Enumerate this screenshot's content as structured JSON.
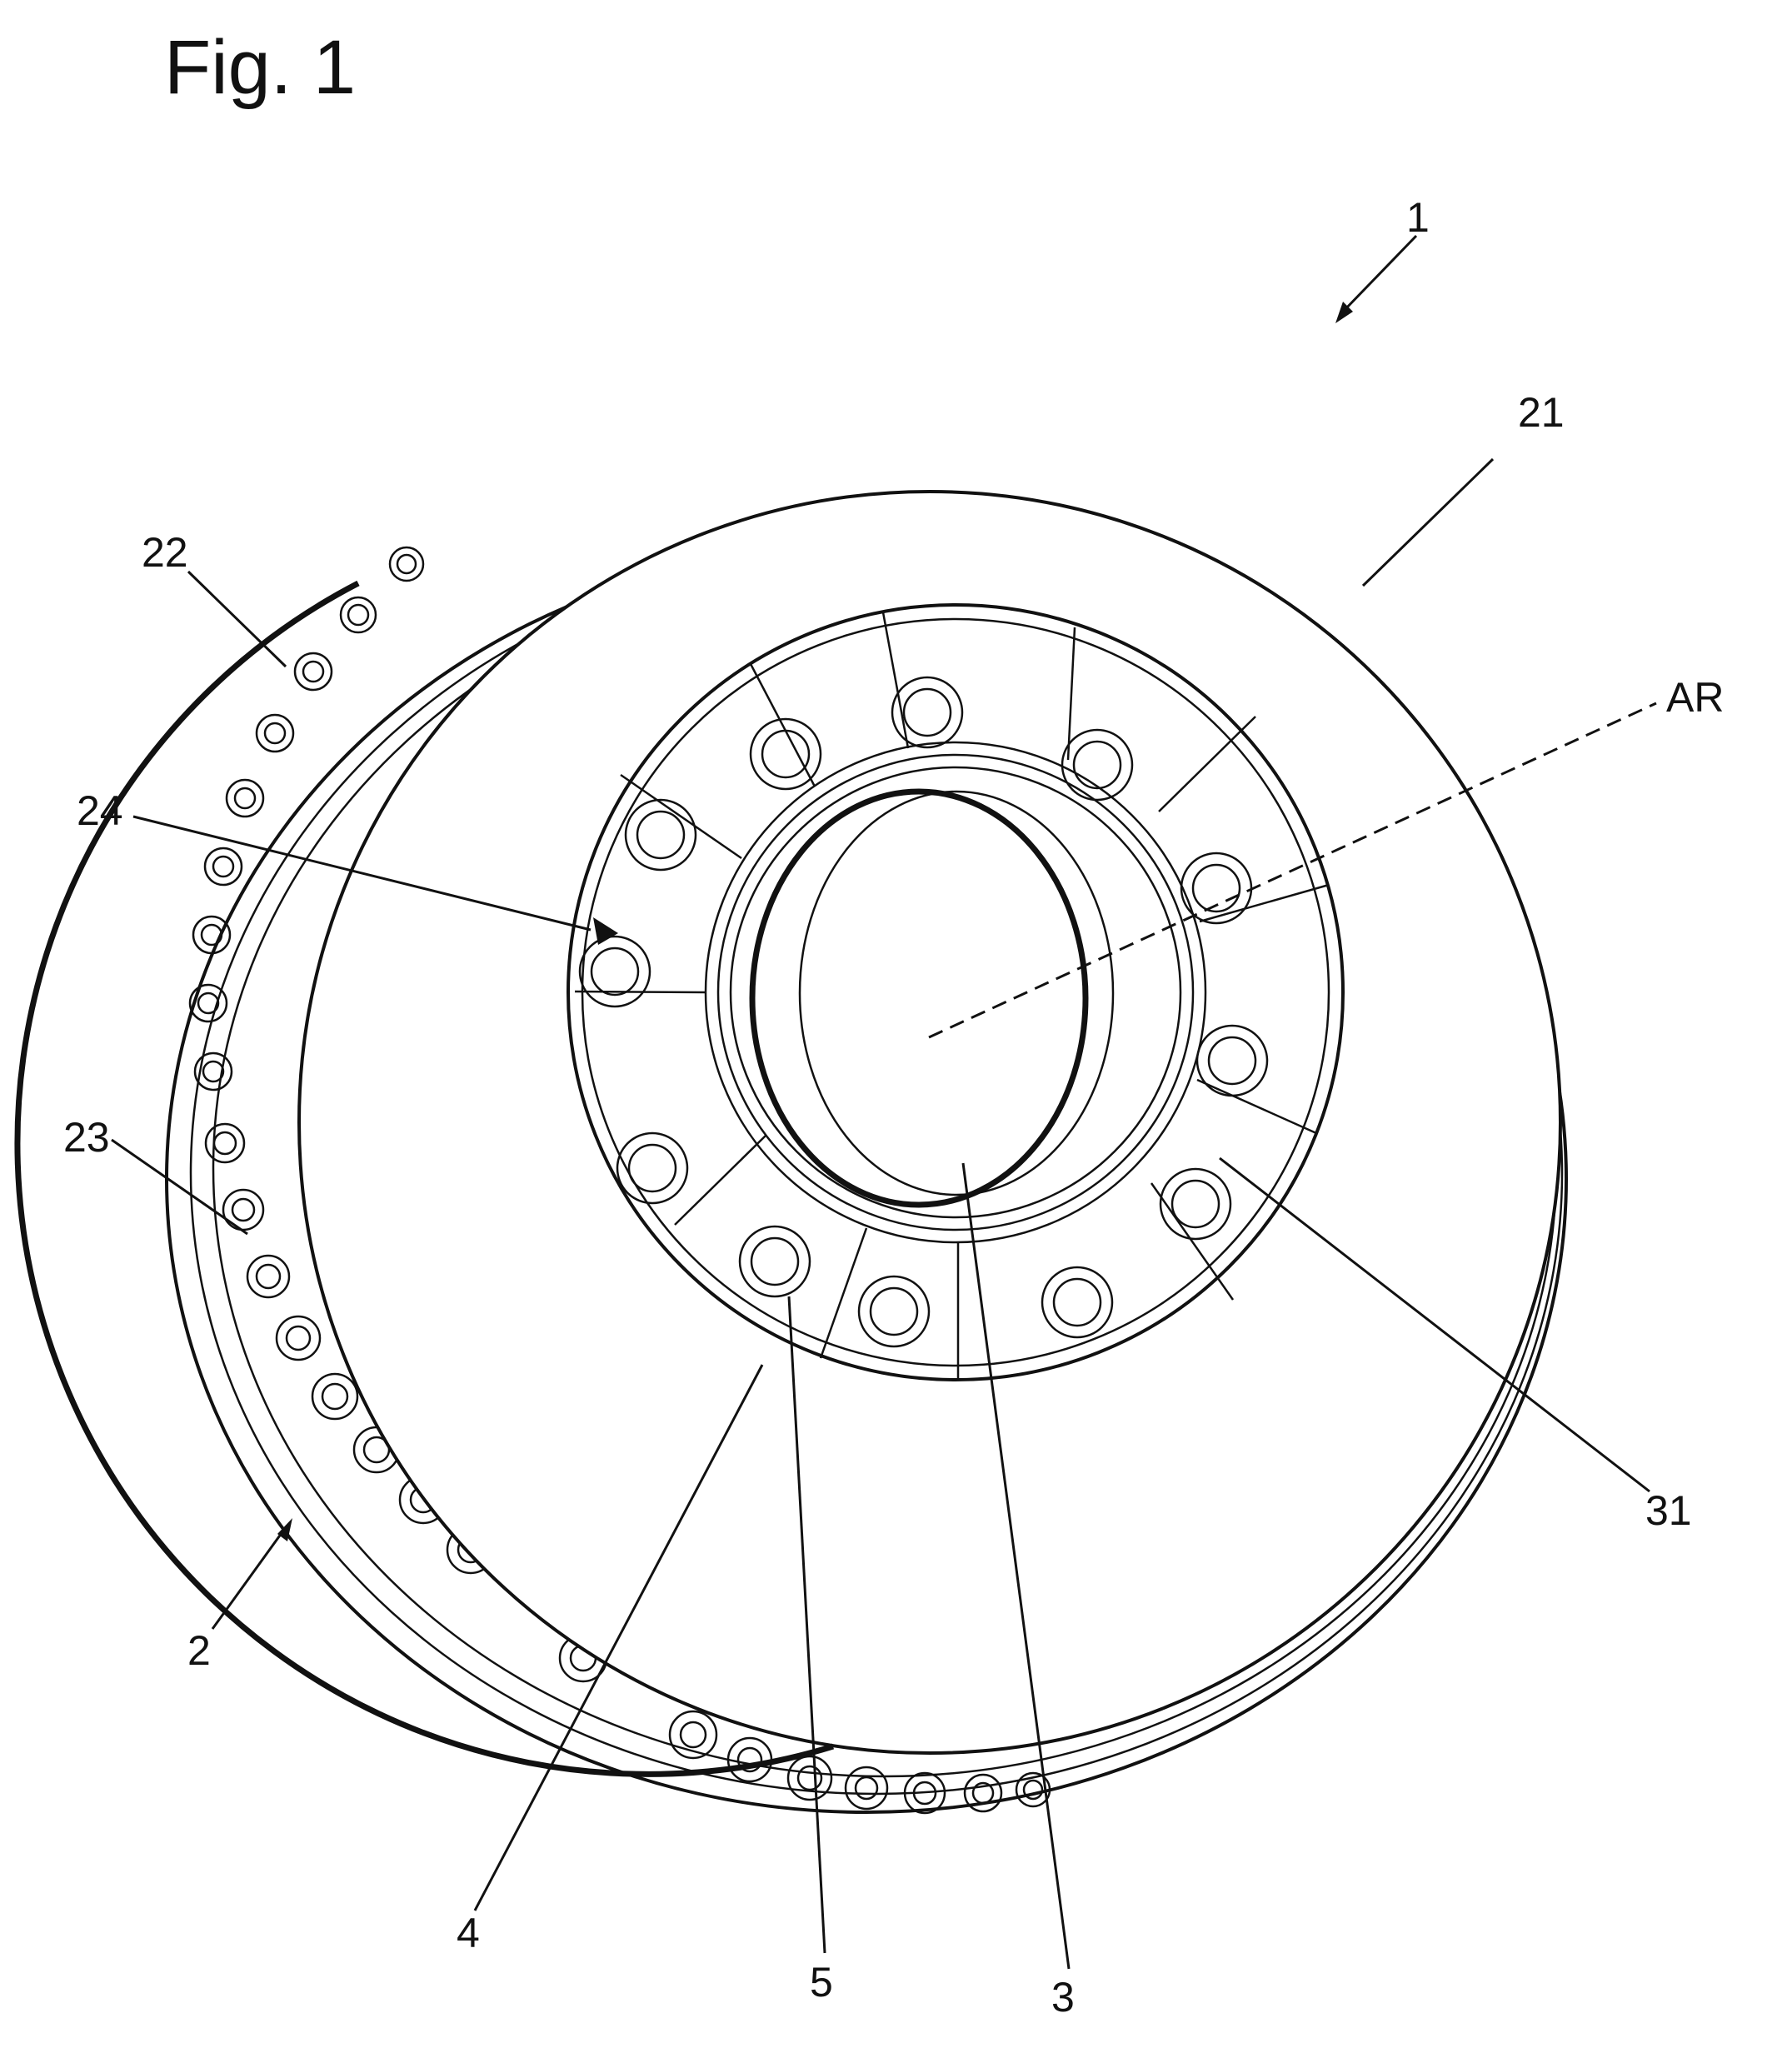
{
  "figure": {
    "title": "Fig. 1",
    "labels": {
      "ref_1": "1",
      "ref_21": "21",
      "ref_22": "22",
      "ref_AR": "AR",
      "ref_24": "24",
      "ref_23": "23",
      "ref_31": "31",
      "ref_2": "2",
      "ref_4": "4",
      "ref_5": "5",
      "ref_3": "3"
    }
  }
}
